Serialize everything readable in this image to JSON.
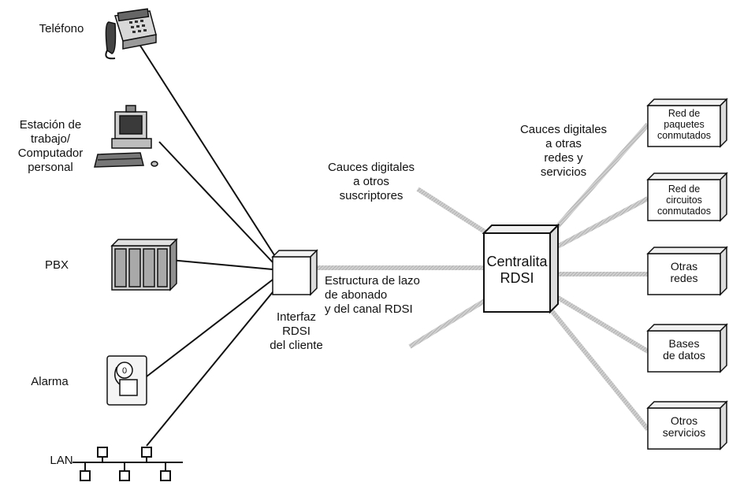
{
  "devices": [
    {
      "id": "telefono",
      "label": "Teléfono",
      "icon": "telephone-icon"
    },
    {
      "id": "estacion",
      "label": "Estación de\ntrabajo/\nComputador\npersonal",
      "icon": "workstation-icon"
    },
    {
      "id": "pbx",
      "label": "PBX",
      "icon": "pbx-icon"
    },
    {
      "id": "alarma",
      "label": "Alarma",
      "icon": "alarm-icon"
    },
    {
      "id": "lan",
      "label": "LAN",
      "icon": "lan-bus-icon"
    }
  ],
  "interface": {
    "label": "Interfaz\nRDSI\ndel cliente"
  },
  "loop_label": "Estructura de lazo\nde abonado\ny del canal RDSI",
  "switch": {
    "label": "Centralita\nRDSI"
  },
  "note_subscribers": "Cauces digitales\na otros\nsuscriptores",
  "note_networks": "Cauces digitales\na otras\nredes y\nservicios",
  "services": [
    {
      "id": "red-paquetes",
      "label": "Red de\npaquetes\nconmutados"
    },
    {
      "id": "red-circuitos",
      "label": "Red de\ncircuitos\nconmutados"
    },
    {
      "id": "otras-redes",
      "label": "Otras\nredes"
    },
    {
      "id": "bases-datos",
      "label": "Bases\nde datos"
    },
    {
      "id": "otros-servicios",
      "label": "Otros\nservicios"
    }
  ],
  "colors": {
    "line": "#111111",
    "channel": "#b5b5b5",
    "box_edge": "#222222",
    "box_side": "#e6e6e6"
  }
}
